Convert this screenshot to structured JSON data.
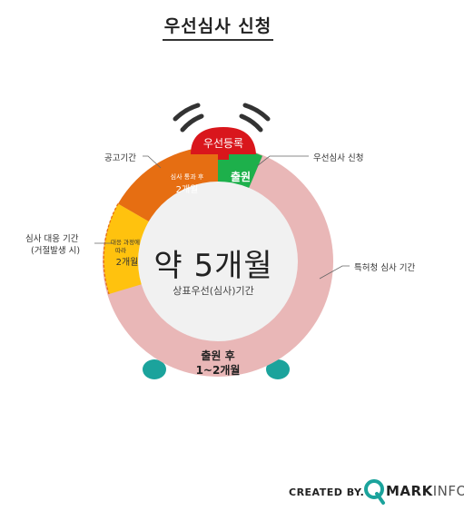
{
  "title": "우선심사 신청",
  "bell_label": "우선등록",
  "center": {
    "main": "약 5개월",
    "sub": "상표우선(심사)기간"
  },
  "segments": {
    "filing": "출원",
    "publication_line1": "심사 통과 후",
    "publication_line2": "2개월",
    "response_line1": "대응 과정에",
    "response_line2": "따라",
    "response_line3": "2개월",
    "after_filing_line1": "출원 후",
    "after_filing_line2": "1~2개월"
  },
  "callouts": {
    "priority_request": "우선심사 신청",
    "publication_period": "공고기간",
    "response_period_line1": "심사 대응 기간",
    "response_period_line2": "(거절발생 시)",
    "kipo_period": "특허청 심사 기간"
  },
  "credit": {
    "created_by": "CREATED BY.",
    "brand_bold": "MARK",
    "brand_thin": "INFO"
  },
  "colors": {
    "pink": "#e9b7b7",
    "orange": "#e66e12",
    "yellow": "#ffc20e",
    "green": "#1db04b",
    "red": "#d9161c",
    "teal": "#1ba39c",
    "dark": "#333333",
    "inner": "#f1f1f1"
  }
}
